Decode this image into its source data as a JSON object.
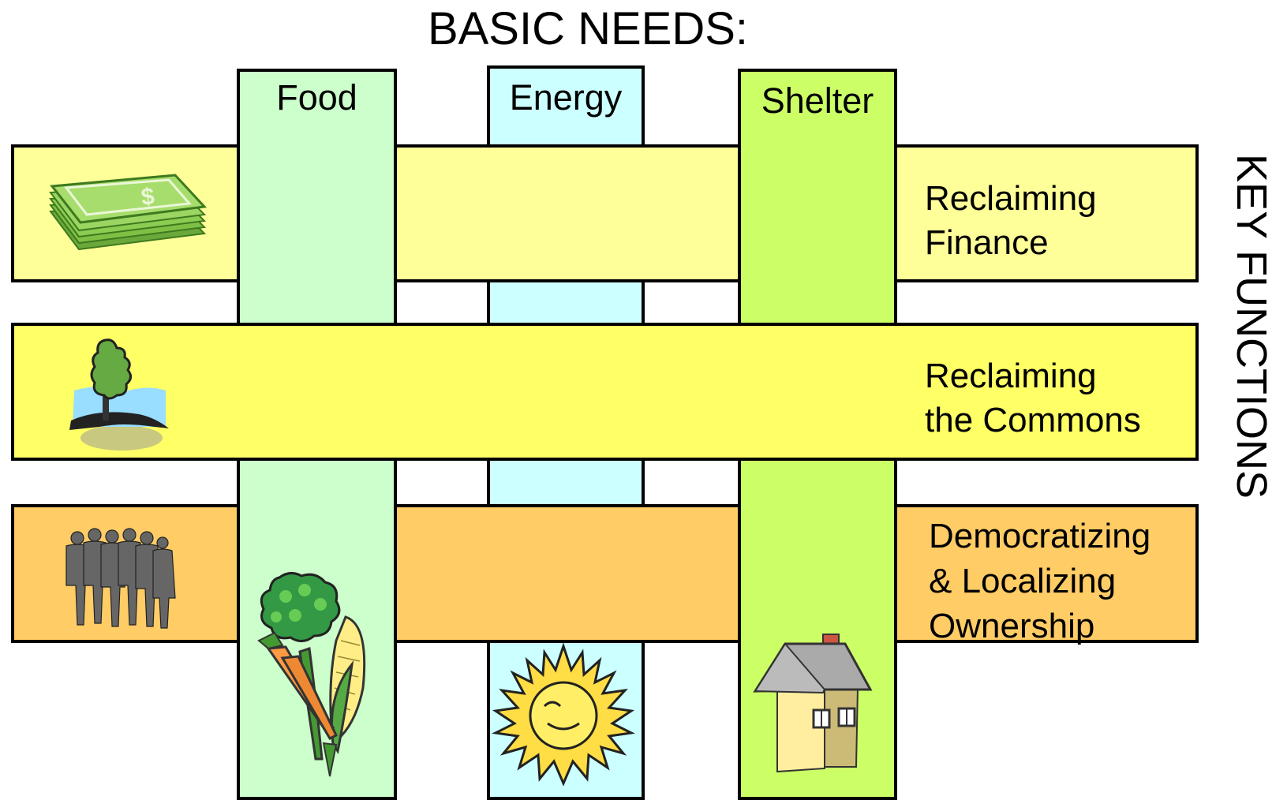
{
  "title": "BASIC NEEDS:",
  "side_label": "KEY FUNCTIONS",
  "columns": [
    {
      "label": "Food",
      "color": "#ccffcc",
      "icon": "vegetables-icon"
    },
    {
      "label": "Energy",
      "color": "#ccffff",
      "icon": "sun-icon"
    },
    {
      "label": "Shelter",
      "color": "#ccff66",
      "icon": "house-icon"
    }
  ],
  "rows": [
    {
      "label": "Reclaiming\nFinance",
      "color": "#ffff99",
      "icon": "money-stack-icon"
    },
    {
      "label": "Reclaiming\nthe Commons",
      "color": "#ffff66",
      "icon": "tree-landscape-icon"
    },
    {
      "label": "Democratizing\n& Localizing\nOwnership",
      "color": "#ffcc66",
      "icon": "people-group-icon"
    }
  ]
}
